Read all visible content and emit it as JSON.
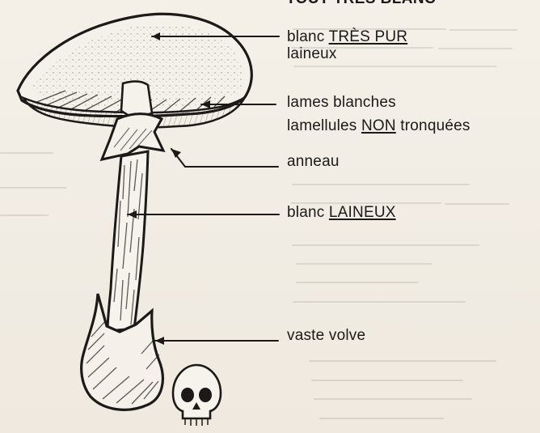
{
  "header": {
    "top_text": "TOUT TRÈS BLANC"
  },
  "labels": {
    "cap": {
      "prefix": "blanc",
      "emphasis": "TRÈS PUR",
      "second_line": "laineux"
    },
    "gills": {
      "line1": "lames blanches",
      "line2_prefix": "lamellules",
      "line2_emphasis": "NON",
      "line2_suffix": "tronquées"
    },
    "ring": {
      "text": "anneau"
    },
    "stem": {
      "prefix": "blanc",
      "emphasis": "LAINEUX"
    },
    "volva": {
      "text": "vaste volve"
    }
  },
  "colors": {
    "ink": "#1b1a18",
    "paper": "#f1ede4",
    "shade": "#d8d2c6",
    "faint_text": "#7b756a"
  }
}
